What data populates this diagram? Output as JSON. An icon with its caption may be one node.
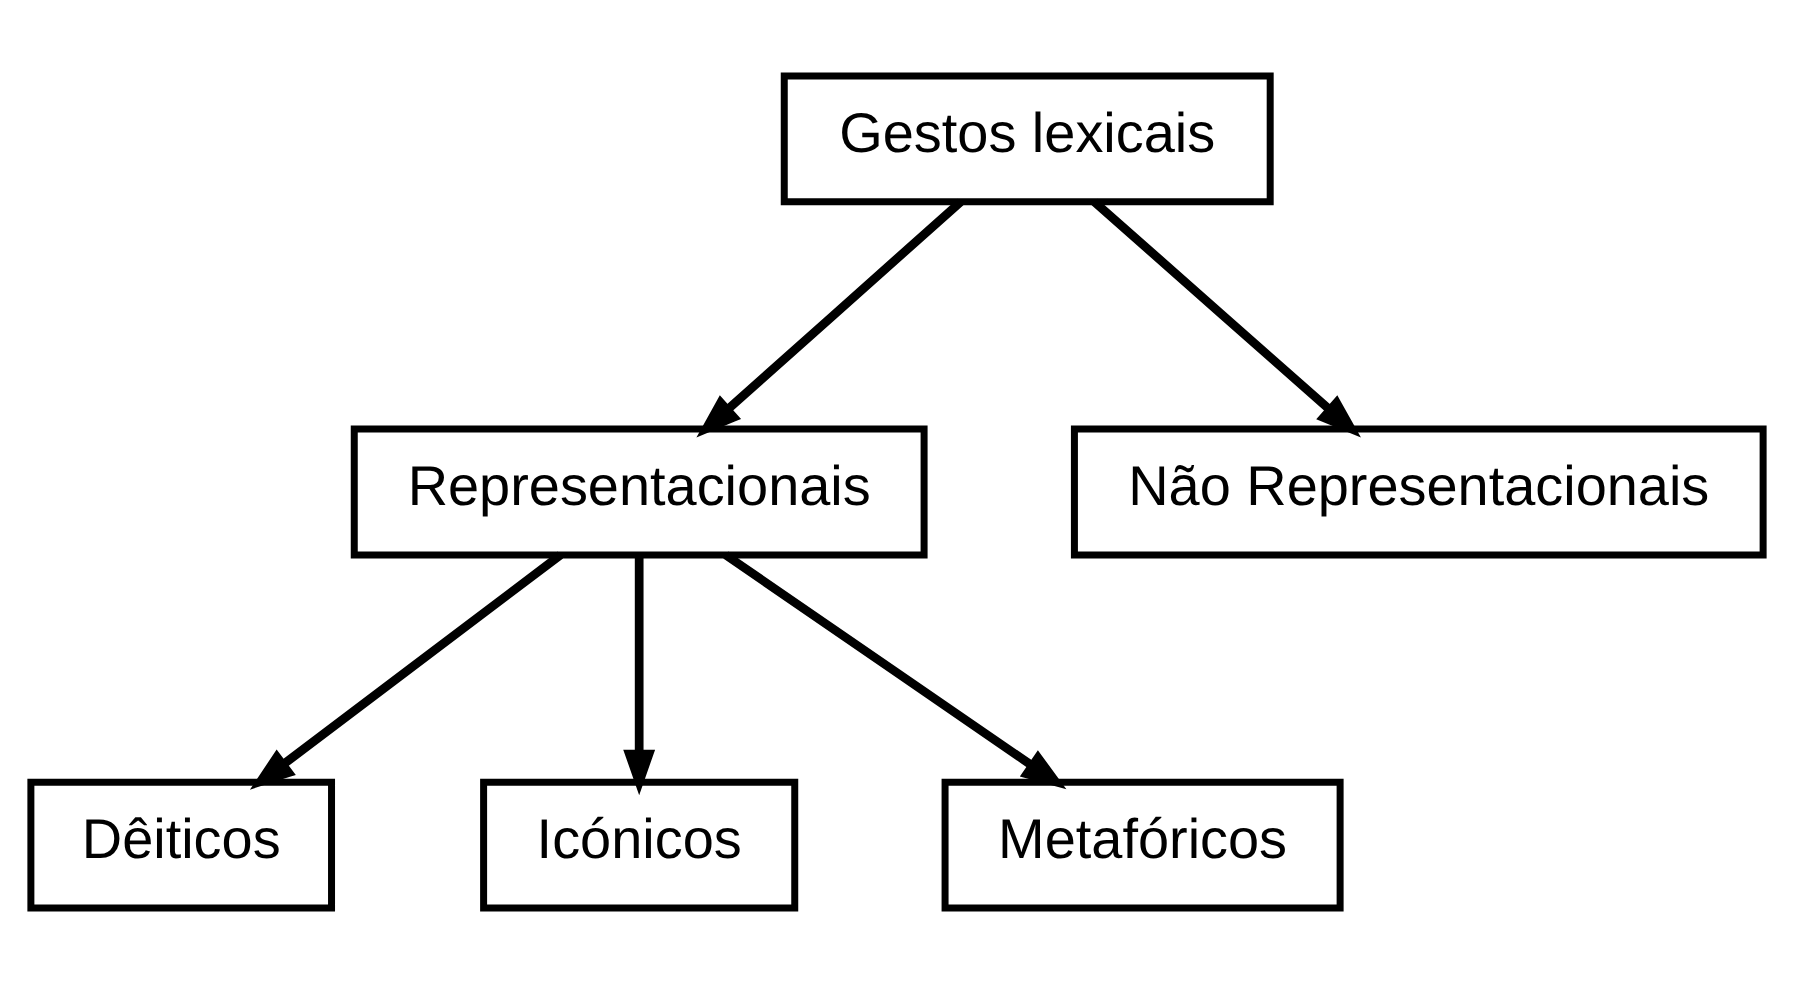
{
  "diagram": {
    "nodes": [
      {
        "text": [
          "Gestos lexicais"
        ]
      },
      {
        "text": [
          "Representacionais"
        ]
      },
      {
        "text": [
          "Não Representacionais"
        ]
      },
      {
        "text": [
          "Dêiticos"
        ]
      },
      {
        "text": [
          "Icónicos"
        ]
      },
      {
        "text": [
          "Metafóricos"
        ]
      }
    ],
    "edges": [
      {
        "from": 0,
        "to": 1,
        "arrow": "to"
      },
      {
        "from": 0,
        "to": 2,
        "arrow": "to"
      },
      {
        "from": 1,
        "to": 3,
        "arrow": "to"
      },
      {
        "from": 1,
        "to": 4,
        "arrow": "to"
      },
      {
        "from": 1,
        "to": 5,
        "arrow": "to"
      }
    ]
  }
}
